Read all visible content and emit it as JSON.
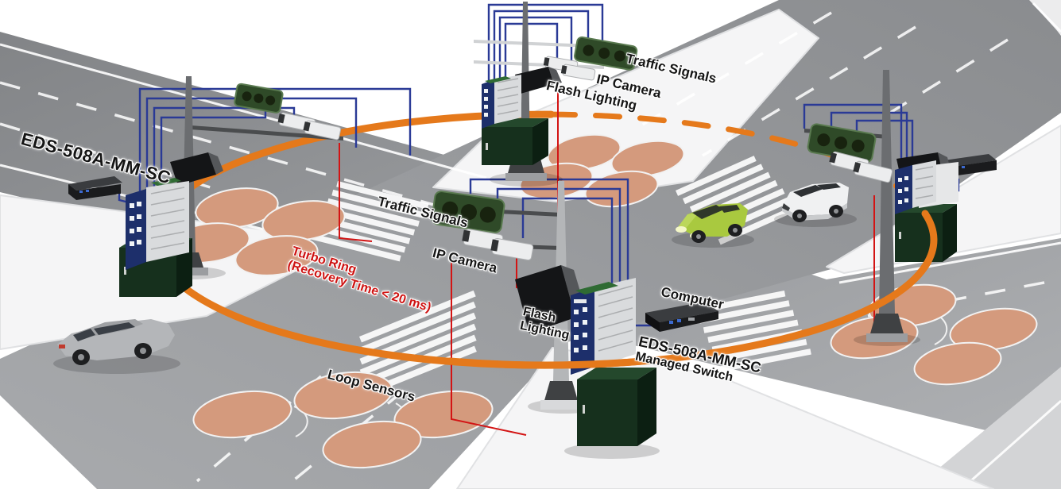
{
  "title": "Intelligent Transportation System intersection with Turbo Ring network",
  "labels": {
    "traffic_signals_top": "Traffic Signals",
    "ip_camera_top": "IP Camera",
    "flash_lighting_top": "Flash Lighting",
    "eds_model_left": "EDS-508A-MM-SC",
    "traffic_signals_center": "Traffic Signals",
    "ip_camera_center": "IP Camera",
    "turbo_ring_line1": "Turbo Ring",
    "turbo_ring_line2": "(Recovery Time < 20 ms)",
    "flash_lighting_center_line1": "Flash",
    "flash_lighting_center_line2": "Lighting",
    "computer": "Computer",
    "eds_model_center_line1": "EDS-508A-MM-SC",
    "eds_model_center_line2": "Managed Switch",
    "loop_sensors": "Loop Sensors"
  },
  "diagram": {
    "type": "network-topology-illustration",
    "ring_name": "Turbo Ring",
    "ring_recovery_time": "< 20 ms",
    "switch_model": "EDS-508A-MM-SC",
    "switch_role": "Managed Switch",
    "nodes": [
      {
        "location": "west-pole",
        "equipment": [
          "managed-switch",
          "traffic-signals",
          "ip-cameras",
          "flash-lighting",
          "computer",
          "control-cabinet"
        ]
      },
      {
        "location": "north-pole",
        "equipment": [
          "managed-switch",
          "traffic-signals",
          "ip-cameras",
          "flash-lighting",
          "control-cabinet"
        ]
      },
      {
        "location": "east-pole",
        "equipment": [
          "managed-switch",
          "traffic-signals",
          "ip-cameras",
          "flash-lighting",
          "computer",
          "control-cabinet"
        ]
      },
      {
        "location": "south-pole",
        "equipment": [
          "managed-switch",
          "traffic-signals",
          "ip-cameras",
          "flash-lighting",
          "computer",
          "control-cabinet"
        ]
      }
    ],
    "loop_sensor_groups": 4,
    "vehicles": [
      "silver-hatchback",
      "green-compact-car",
      "white-suv"
    ]
  },
  "colors": {
    "ring_orange": "#E5791B",
    "cable_blue": "#2A3A96",
    "cable_red": "#D31414",
    "loop_sensor_fill": "#D49A7D",
    "road_gray": "#8E9093",
    "sidewalk": "#F5F5F6",
    "cabinet_green": "#16301D",
    "signal_green": "#2F4A28",
    "switch_navy": "#1D2F6B",
    "switch_silver": "#D9DBDD",
    "label_black": "#151515",
    "label_red": "#CE1312"
  }
}
